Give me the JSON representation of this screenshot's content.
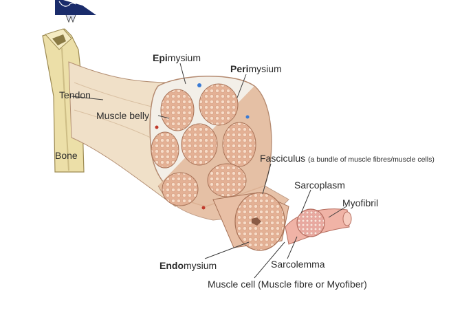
{
  "labels": {
    "epimysium": {
      "bold": "Epi",
      "rest": "mysium"
    },
    "perimysium": {
      "bold": "Peri",
      "rest": "mysium"
    },
    "tendon": "Tendon",
    "muscle_belly": "Muscle belly",
    "bone": "Bone",
    "fasciculus": "Fasciculus",
    "fasciculus_note": "(a bundle of muscle fibres/muscle cells)",
    "sarcoplasm": "Sarcoplasm",
    "myofibril": "Myofibril",
    "endomysium": {
      "bold": "Endo",
      "rest": "mysium"
    },
    "sarcolemma": "Sarcolemma",
    "muscle_cell": "Muscle cell (Muscle fibre or Myofiber)"
  },
  "colors": {
    "bone": "#ecdfa8",
    "tendon": "#f0e0c8",
    "muscle": "#e3b89a",
    "fascicle": "#e8bfa5",
    "fibre_dot": "#f7dcc8",
    "sheath": "#f3efe8",
    "logo_blue": "#1a2c6b"
  }
}
